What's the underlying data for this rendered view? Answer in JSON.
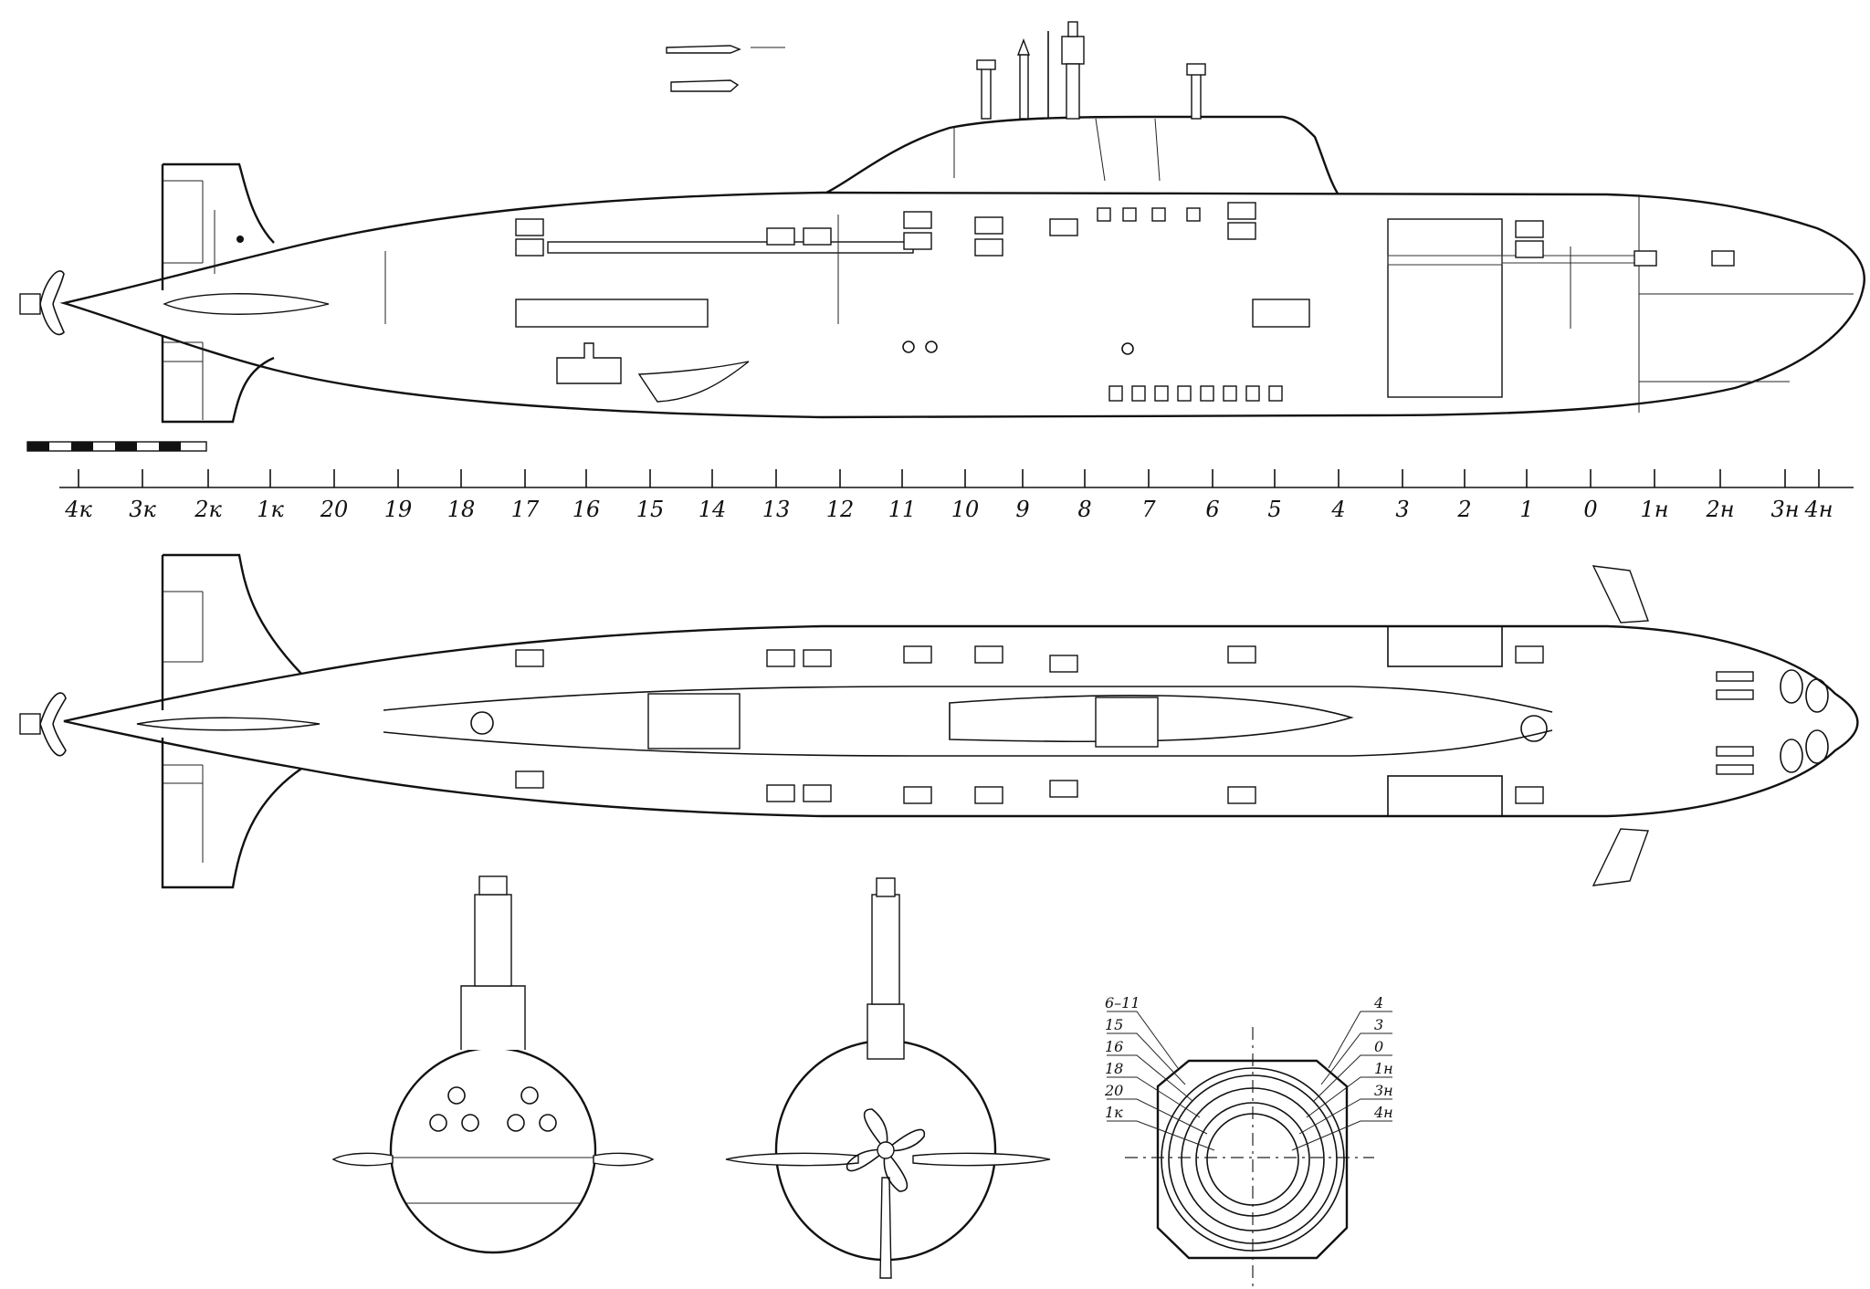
{
  "frame_scale": {
    "labels": [
      "4к",
      "3к",
      "2к",
      "1к",
      "20",
      "19",
      "18",
      "17",
      "16",
      "15",
      "14",
      "13",
      "12",
      "11",
      "10",
      "9",
      "8",
      "7",
      "6",
      "5",
      "4",
      "3",
      "2",
      "1",
      "0",
      "1н",
      "2н",
      "3н",
      "4н"
    ]
  },
  "section_labels": {
    "left": [
      "6–11",
      "15",
      "16",
      "18",
      "20",
      "1к"
    ],
    "right": [
      "4",
      "3",
      "0",
      "1н",
      "3н",
      "4н"
    ]
  }
}
